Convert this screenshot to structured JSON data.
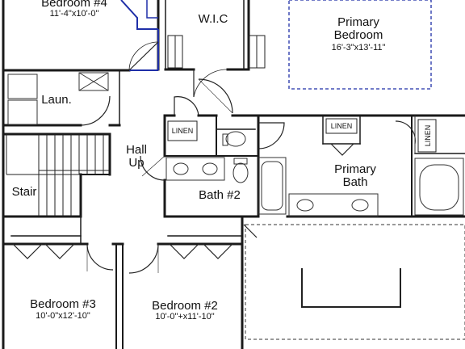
{
  "rooms": {
    "bedroom4": {
      "name": "Bedroom #4",
      "dims": "11'-4\"x10'-0\""
    },
    "wic": {
      "name": "W.I.C"
    },
    "primary_bedroom": {
      "name_line1": "Primary",
      "name_line2": "Bedroom",
      "dims": "16'-3\"x13'-11\""
    },
    "laundry": {
      "name": "Laun."
    },
    "hall": {
      "name_line1": "Hall",
      "name_line2": "Up"
    },
    "stair": {
      "name": "Stair"
    },
    "bath2": {
      "name": "Bath #2"
    },
    "primary_bath": {
      "name_line1": "Primary",
      "name_line2": "Bath"
    },
    "bedroom3": {
      "name": "Bedroom #3",
      "dims": "10'-0\"x12'-10\""
    },
    "bedroom2": {
      "name": "Bedroom #2",
      "dims": "10'-0\"+x11'-10\""
    }
  },
  "closets": {
    "linen_hall": "LINEN",
    "linen_bath": "LINEN",
    "linen_side": "LINEN"
  },
  "colors": {
    "wall": "#1a1a1a",
    "accent_blue": "#1f2fa8",
    "fixture": "#555555"
  }
}
